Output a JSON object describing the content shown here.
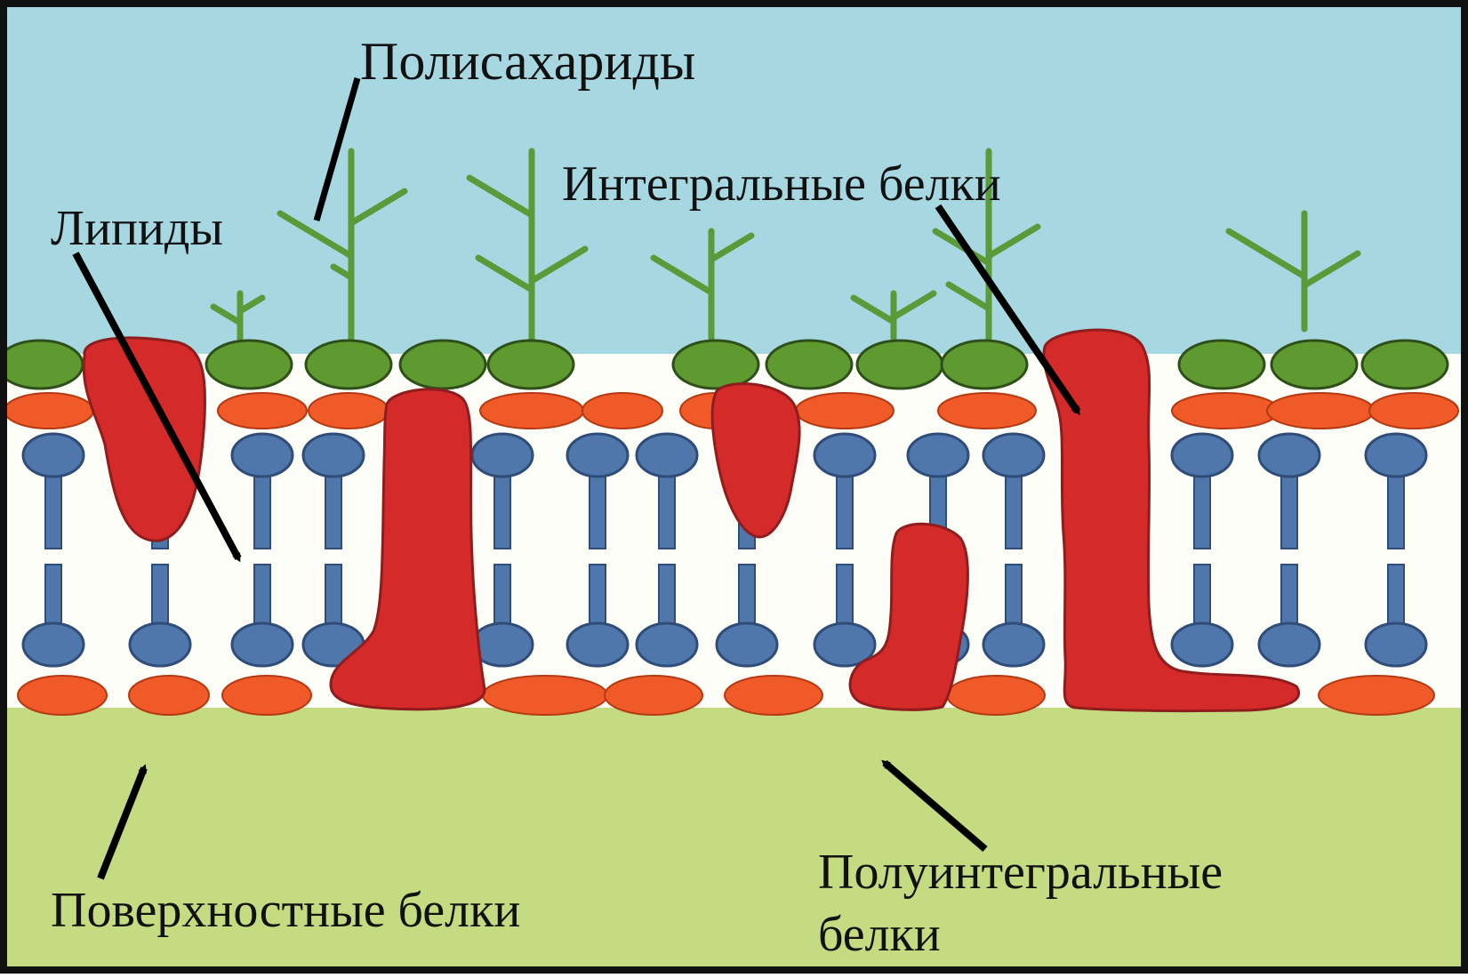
{
  "labels": {
    "polysaccharides": "Полисахариды",
    "integral_proteins": "Интегральные белки",
    "lipids": "Липиды",
    "surface_proteins": "Поверхностные белки",
    "semi_integral_line1": "Полуинтегральные",
    "semi_integral_line2": "белки"
  },
  "colors": {
    "background_outer": "#a7d8e2",
    "background_inner": "#c4db82",
    "membrane_core": "#fdfdf7",
    "glycocalyx_stem": "#5a9a39",
    "green_head": "#5e9a2f",
    "orange_protein": "#ef5a28",
    "red_protein": "#d42a2a",
    "lipid_head": "#4f77ac",
    "lipid_tail": "#4f77ac",
    "frame": "#111111",
    "arrow": "#000000"
  }
}
